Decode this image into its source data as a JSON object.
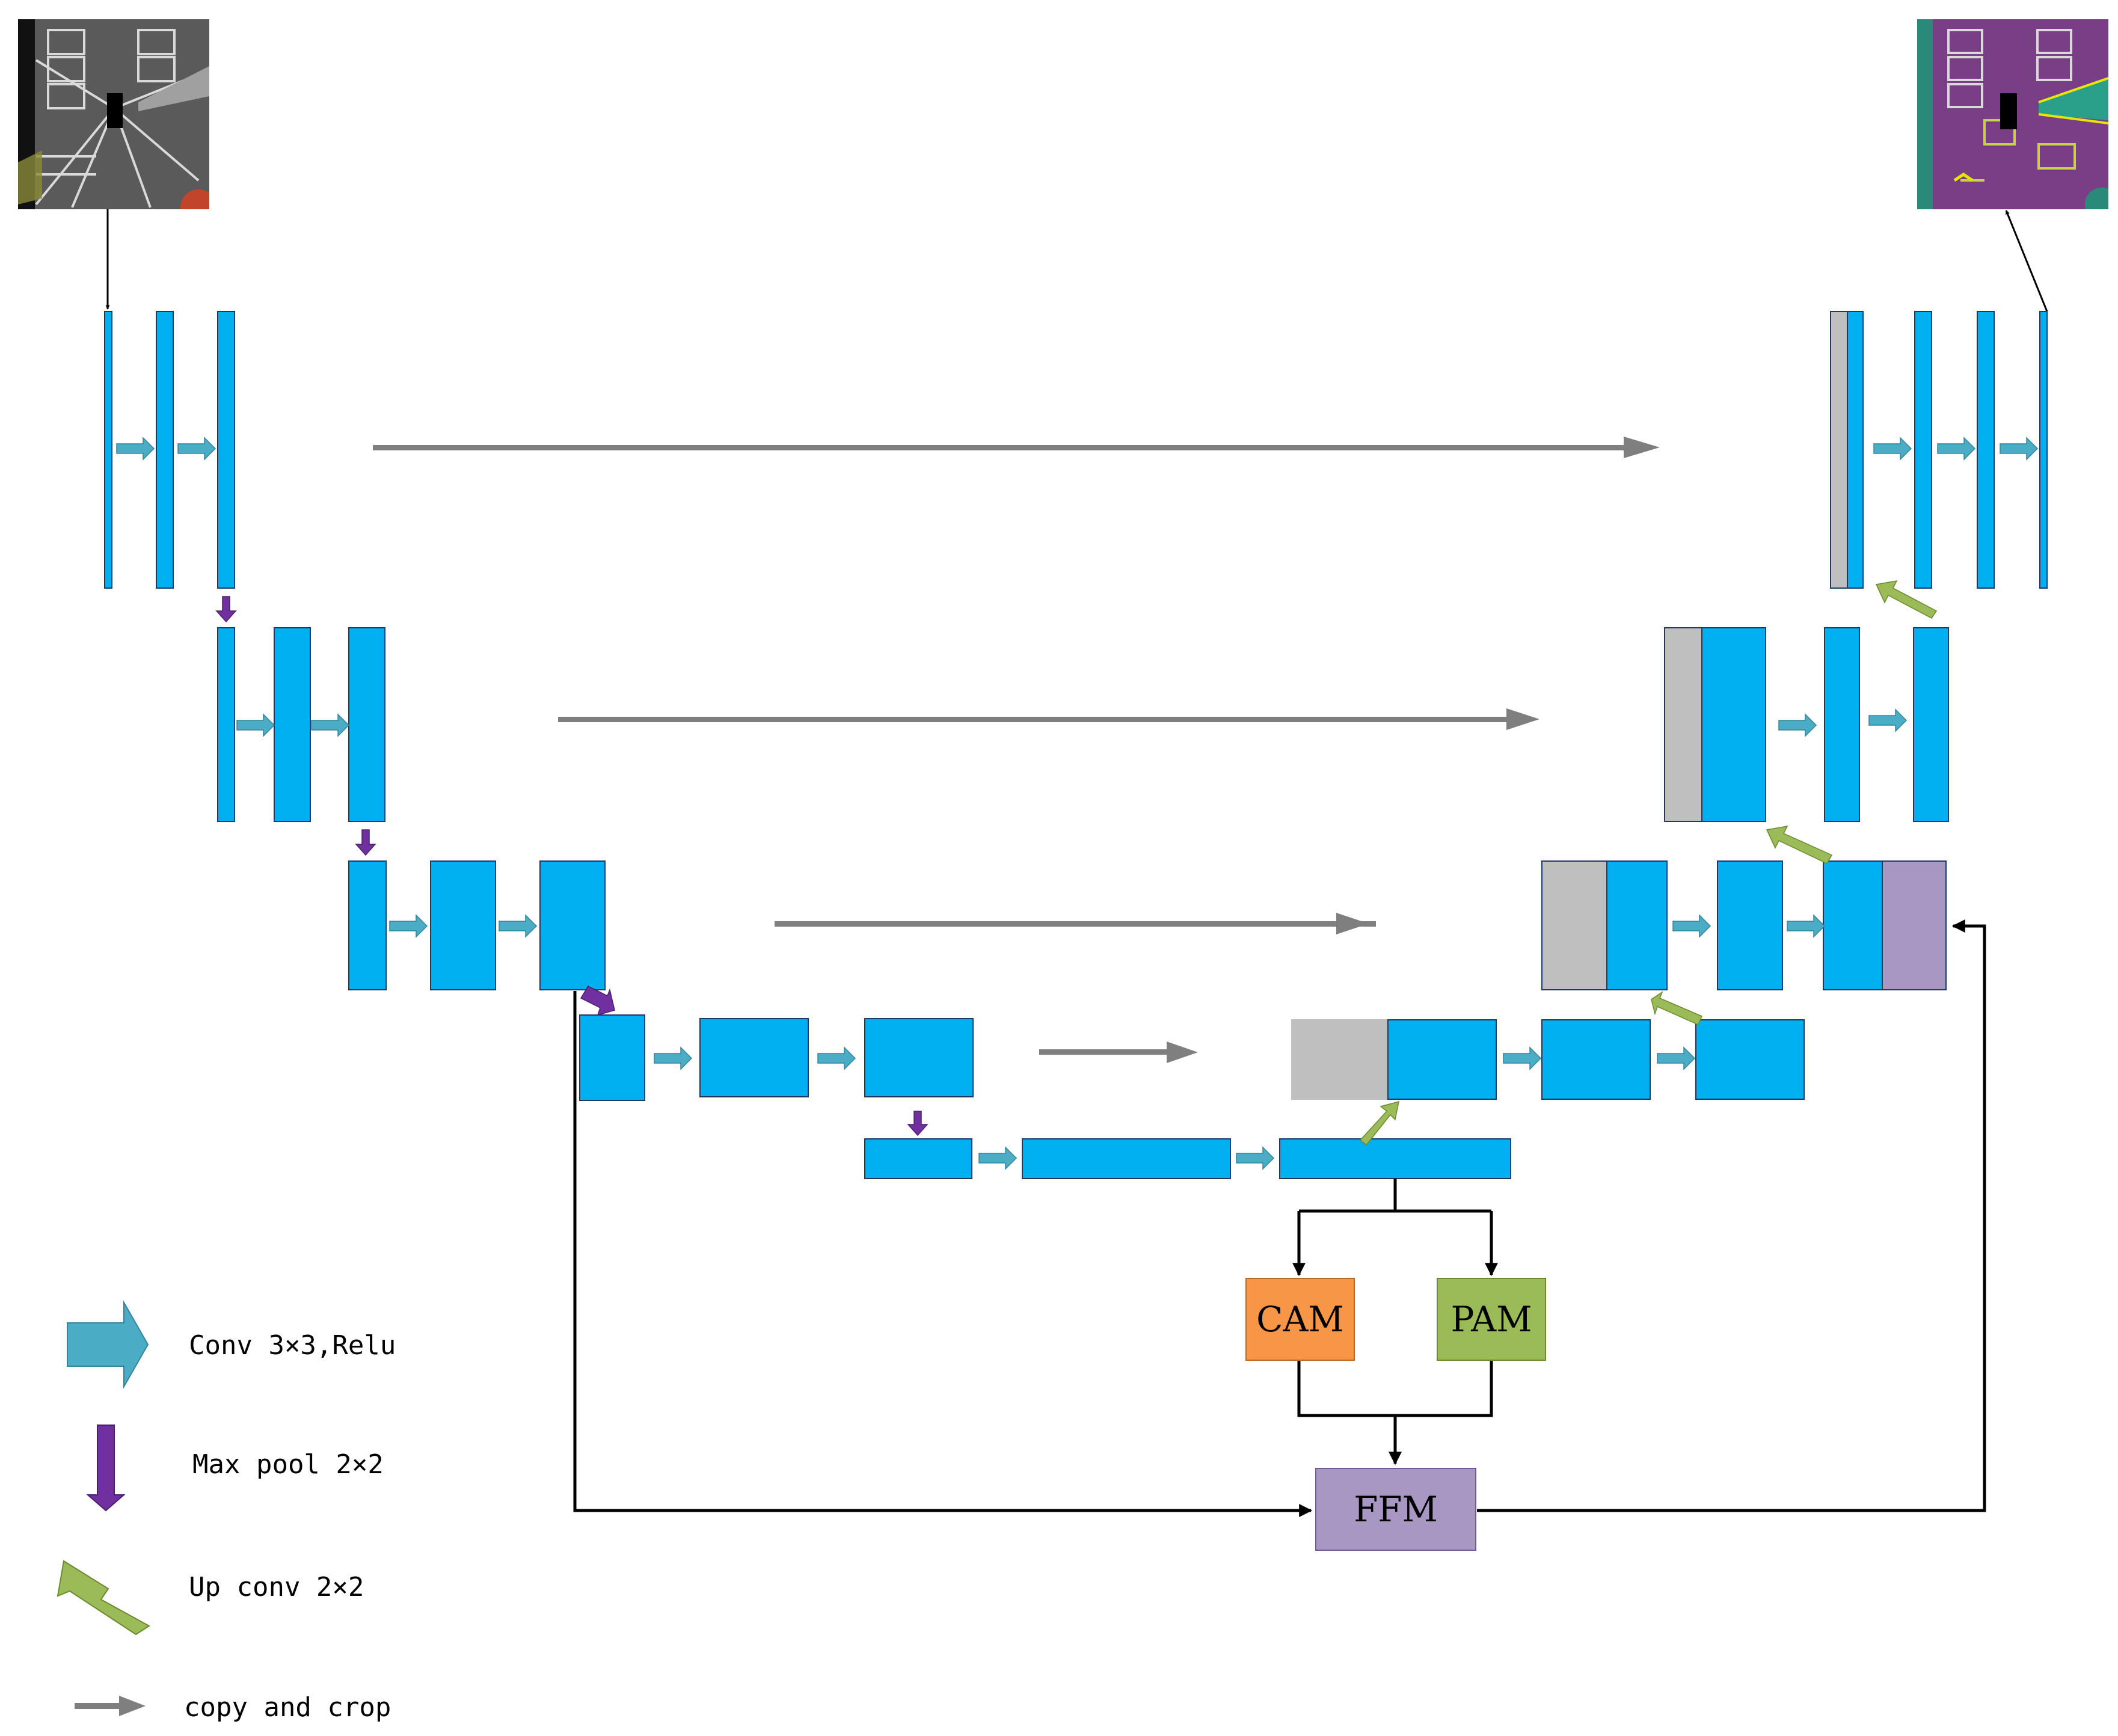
{
  "modules": {
    "cam": "CAM",
    "pam": "PAM",
    "ffm": "FFM"
  },
  "legend": {
    "conv": "Conv 3×3,Relu",
    "maxpool": "Max pool 2×2",
    "upconv": "Up conv 2×2",
    "copy": "copy and crop"
  },
  "colors": {
    "feature_map": "#00b0f0",
    "concat_map": "#bfbfbf",
    "ffm_map": "#a797c2",
    "conv_arrow": "#4bacc6",
    "maxpool_arrow": "#7030a0",
    "upconv_arrow": "#9bbb59",
    "copy_arrow": "#7f7f7f",
    "cam": "#f79646",
    "pam": "#9bbb59",
    "ffm": "#a797c2"
  },
  "images": {
    "input": "input-image",
    "output": "segmentation-output-image"
  }
}
